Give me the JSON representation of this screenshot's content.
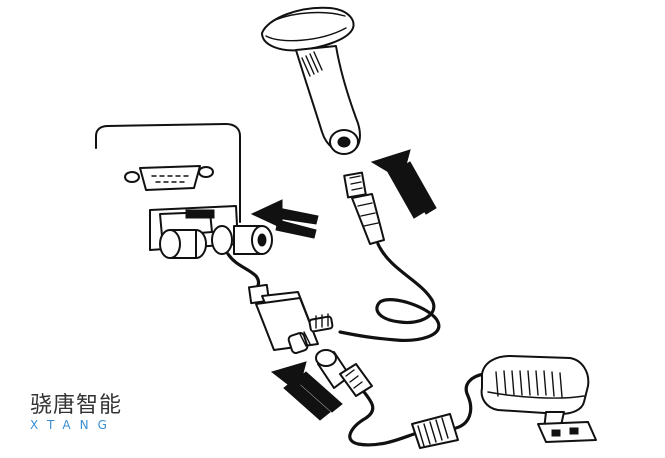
{
  "logo": {
    "name_cn": "骁唐智能",
    "name_en": "XTANG",
    "accent_color": "#3a8fd0"
  },
  "icons": [
    "handheld-barcode-scanner",
    "serial-db9-connector",
    "rj45-plug",
    "power-adapter",
    "direction-arrow"
  ]
}
